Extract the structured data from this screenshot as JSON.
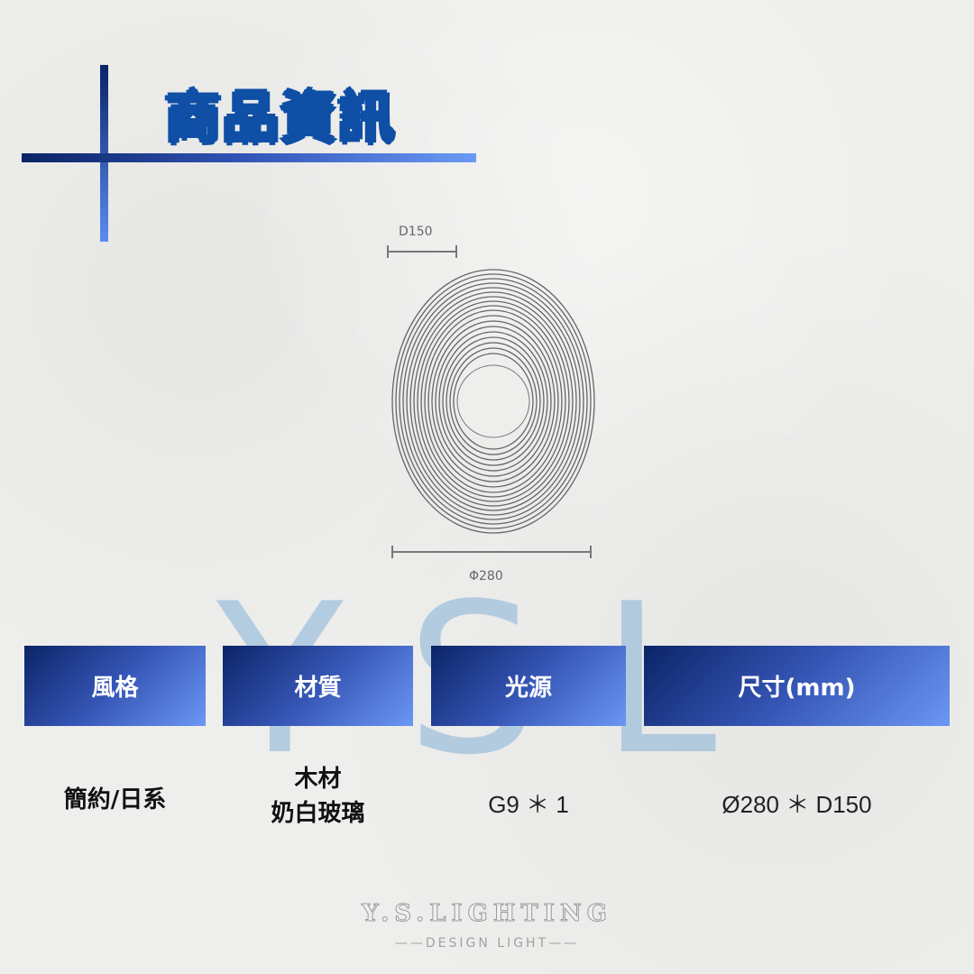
{
  "title": "商品資訊",
  "diagram": {
    "depth_label": "D150",
    "diameter_label": "Φ280"
  },
  "watermark": "YSL",
  "table": {
    "headers": [
      "風格",
      "材質",
      "光源",
      "尺寸(mm)"
    ],
    "values": [
      [
        "簡約/日系"
      ],
      [
        "木材",
        "奶白玻璃"
      ],
      [
        "G9 ＊ 1"
      ],
      [
        "Ø280 ＊ D150"
      ]
    ]
  },
  "brand": {
    "name": "Y.S.LIGHTING",
    "tagline": "——DESIGN LIGHT——"
  },
  "colors": {
    "title_blue": "#0f4fa6",
    "gradient_dark": "#0b2467",
    "gradient_light": "#6b97f3",
    "background": "#eeeeec"
  }
}
